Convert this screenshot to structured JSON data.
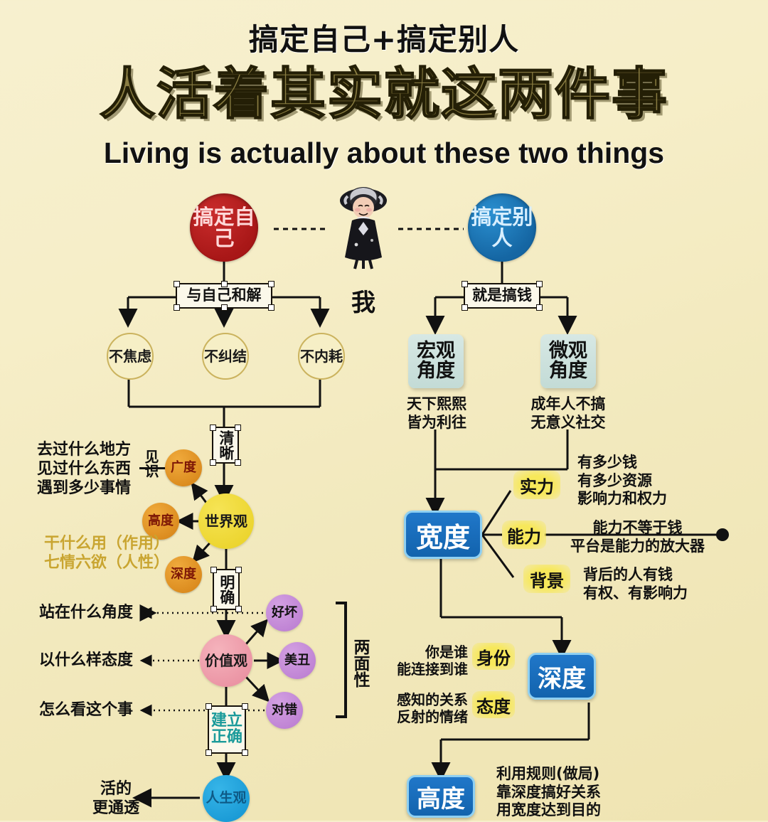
{
  "header": {
    "subtitle": "搞定自己+搞定别人",
    "title": "人活着其实就这两件事",
    "english": "Living is actually about these two things"
  },
  "colors": {
    "background": "#f3eac0",
    "self_node": "#a81717",
    "others_node": "#1566a3",
    "worldview": "#ecd52f",
    "values": "#eb94a4",
    "life_view": "#1b9bd6",
    "blue_box": "#1263ad",
    "highlight": "#f7e85a",
    "mint_box": "#c3dbd6",
    "orange": "#db8b1e",
    "purple": "#bf83d4",
    "teal_text": "#1a9a9a",
    "gold_text": "#c9a531"
  },
  "center": {
    "figure_label": "我",
    "figure_icon": "elderly-lady-illustration"
  },
  "left_branch": {
    "root": "搞定自己",
    "step1": "与自己和解",
    "outcomes": [
      "不焦虑",
      "不纠结",
      "不内耗"
    ],
    "clarity": "清晰",
    "worldview": "世界观",
    "worldview_children": [
      "广度",
      "高度",
      "深度"
    ],
    "insight_label": "见识",
    "insight_lines": [
      "去过什么地方",
      "见过什么东西",
      "遇到多少事情"
    ],
    "depth_lines": [
      "干什么用（作用）",
      "七情六欲（人性）"
    ],
    "definite": "明确",
    "values": "价值观",
    "value_pairs": [
      "好坏",
      "美丑",
      "对错"
    ],
    "duality": "两面性",
    "questions": [
      "站在什么角度",
      "以什么样态度",
      "怎么看这个事"
    ],
    "establish": "建立\n正确",
    "establish_line1": "建立",
    "establish_line2": "正确",
    "life_view": "人生观",
    "result_lines": [
      "活的",
      "更通透"
    ]
  },
  "right_branch": {
    "root": "搞定别人",
    "step1": "就是搞钱",
    "macro": {
      "label_line1": "宏观",
      "label_line2": "角度",
      "note_line1": "天下熙熙",
      "note_line2": "皆为利往"
    },
    "micro": {
      "label_line1": "微观",
      "label_line2": "角度",
      "note_line1": "成年人不搞",
      "note_line2": "无意义社交"
    },
    "width": "宽度",
    "width_items": [
      {
        "chip": "实力",
        "notes": [
          "有多少钱",
          "有多少资源",
          "影响力和权力"
        ]
      },
      {
        "chip": "能力",
        "notes": [
          "能力不等于钱",
          "平台是能力的放大器"
        ]
      },
      {
        "chip": "背景",
        "notes": [
          "背后的人有钱",
          "有权、有影响力"
        ]
      }
    ],
    "depth": "深度",
    "depth_items": [
      {
        "chip": "身份",
        "notes": [
          "你是谁",
          "能连接到谁"
        ]
      },
      {
        "chip": "态度",
        "notes": [
          "感知的关系",
          "反射的情绪"
        ]
      }
    ],
    "height": "高度",
    "height_notes": [
      "利用规则(做局)",
      "靠深度搞好关系",
      "用宽度达到目的"
    ]
  }
}
